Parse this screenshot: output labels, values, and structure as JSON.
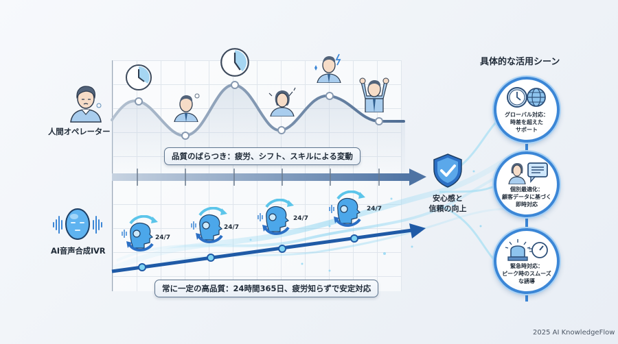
{
  "rows": {
    "human": {
      "label": "人間オペレーター",
      "icon": "tired-operator-icon"
    },
    "ai": {
      "label": "AI音声合成IVR",
      "icon": "ai-voice-head-icon"
    }
  },
  "human_timeline": {
    "caption": "品質のばらつき：疲労、シフト、スキルによる変動",
    "icons": [
      "clock-icon",
      "tired-man-icon",
      "clock-icon",
      "stressed-woman-icon",
      "energetic-man-icon",
      "cheering-man-icon"
    ]
  },
  "ai_timeline": {
    "caption": "常に一定の高品質：24時間365日、疲労知らずで安定対応",
    "badges": [
      "24/7",
      "24/7",
      "24/7",
      "24/7"
    ]
  },
  "center": {
    "icon": "shield-check-icon",
    "line1": "安心感と",
    "line2": "信頼の向上"
  },
  "scenes": {
    "title": "具体的な活用シーン",
    "items": [
      {
        "icons": [
          "clock-icon",
          "globe-icon"
        ],
        "title": "グローバル対応：",
        "line1": "時差を超えた",
        "line2": "サポート"
      },
      {
        "icons": [
          "person-icon",
          "chat-bubble-icon"
        ],
        "title": "個別最適化：",
        "line1": "顧客データに基づく",
        "line2": "即時対応"
      },
      {
        "icons": [
          "alarm-light-icon",
          "speedometer-icon"
        ],
        "title": "緊急時対応：",
        "line1": "ピーク時のスムーズ",
        "line2": "な誘導"
      }
    ]
  },
  "footer": {
    "credit": "2025 AI KnowledgeFlow"
  },
  "colors": {
    "human_line": "#6b86a6",
    "ai_line": "#1f5aa6",
    "accent": "#3b86d6",
    "wave": "#7fd0f0"
  }
}
